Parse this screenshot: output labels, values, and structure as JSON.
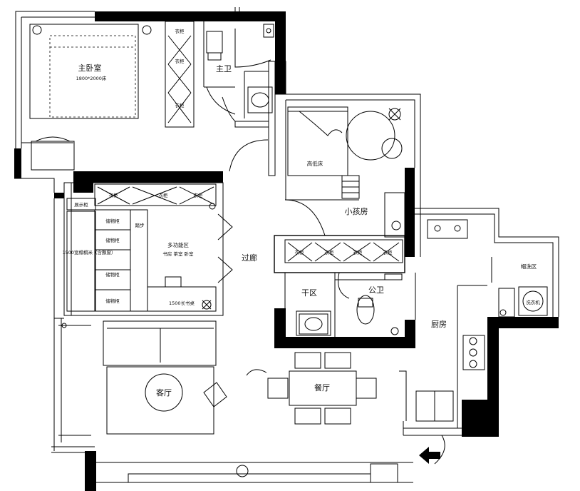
{
  "rooms": {
    "master_bedroom": {
      "name": "主卧室",
      "bed_size": "1800*2000床"
    },
    "master_bath": {
      "name": "主卫"
    },
    "child_room": {
      "name": "小孩房",
      "bed": "高低床"
    },
    "multi_function": {
      "name": "多功能区",
      "uses": "书房 茶室 卧室"
    },
    "corridor": {
      "name": "过廊"
    },
    "dry_area": {
      "name": "干区"
    },
    "public_bath": {
      "name": "公卫"
    },
    "laundry": {
      "name": "帽洗区",
      "machine": "洗衣机"
    },
    "kitchen": {
      "name": "厨房"
    },
    "dining": {
      "name": "餐厅"
    },
    "living": {
      "name": "客厅"
    }
  },
  "furniture": {
    "wardrobe": "衣柜",
    "storage_cabinet": "储物柜",
    "display_cabinet": "展示柜",
    "tatami": "1500宽榻榻米（含飘窗）",
    "step": "踏步",
    "desk": "1500长书桌"
  }
}
